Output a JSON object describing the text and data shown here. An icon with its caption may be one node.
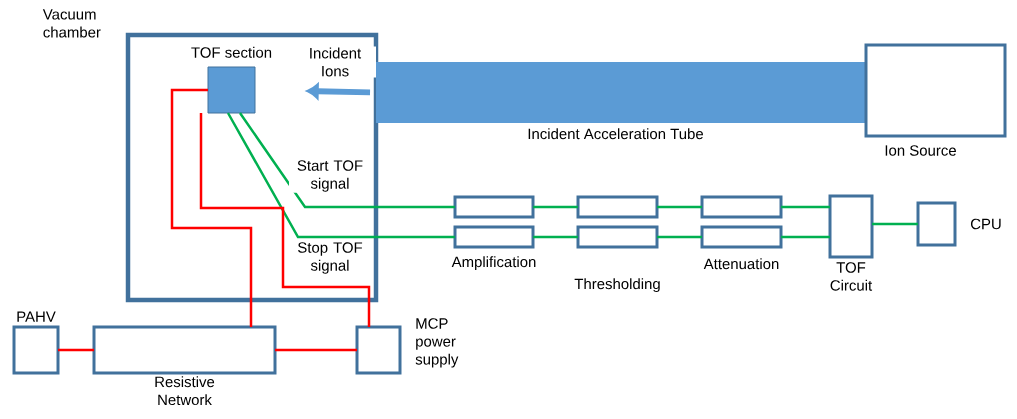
{
  "diagram": {
    "nodes": [
      {
        "text": [
          "Vacuum chamber"
        ]
      },
      {
        "text": [
          "TOF section"
        ],
        "in": 0
      },
      {
        "text": [
          "Incident Acceleration Tube"
        ]
      },
      {
        "text": [
          "Ion Source"
        ]
      },
      {
        "text": [],
        "shape": "box"
      },
      {
        "text": [
          "Amplification"
        ]
      },
      {
        "text": [],
        "shape": "box"
      },
      {
        "text": [
          "Thresholding"
        ]
      },
      {
        "text": [],
        "shape": "box"
      },
      {
        "text": [
          "Attenuation"
        ]
      },
      {
        "text": [
          "TOF Circuit"
        ]
      },
      {
        "text": [
          "CPU"
        ]
      },
      {
        "text": [
          "PAHV"
        ]
      },
      {
        "text": [
          "Resistive Network"
        ]
      },
      {
        "text": [
          "MCP power supply"
        ]
      }
    ],
    "edges": [
      {
        "from": 2,
        "to": 1,
        "arrow": "to",
        "label": "Incident Ions",
        "style": "thick",
        "color": "#5b9bd5"
      },
      {
        "from": 1,
        "to": 4,
        "arrow": "none",
        "label": "Start TOF signal"
      },
      {
        "from": 1,
        "to": 5,
        "arrow": "none",
        "label": "Stop TOF signal"
      },
      {
        "from": 4,
        "to": 6,
        "arrow": "none"
      },
      {
        "from": 5,
        "to": 7,
        "arrow": "none"
      },
      {
        "from": 6,
        "to": 8,
        "arrow": "none"
      },
      {
        "from": 7,
        "to": 9,
        "arrow": "none"
      },
      {
        "from": 8,
        "to": 10,
        "arrow": "none"
      },
      {
        "from": 9,
        "to": 10,
        "arrow": "none"
      },
      {
        "from": 10,
        "to": 11,
        "arrow": "none"
      },
      {
        "from": 1,
        "to": 13,
        "arrow": "none",
        "color": "#ff0000"
      },
      {
        "from": 1,
        "to": 14,
        "arrow": "none",
        "color": "#ff0000"
      },
      {
        "from": 12,
        "to": 13,
        "arrow": "none",
        "color": "#ff0000"
      },
      {
        "from": 13,
        "to": 14,
        "arrow": "none",
        "color": "#ff0000"
      }
    ]
  }
}
